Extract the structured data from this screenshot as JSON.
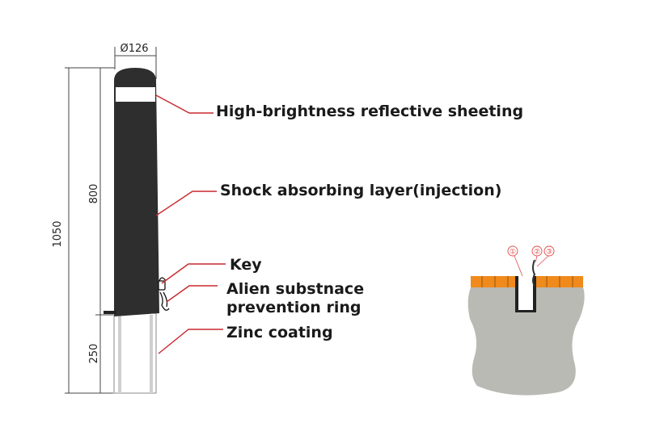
{
  "dimensions": {
    "diameter": "Ø126",
    "total_height": "1050",
    "upper_height": "800",
    "lower_height": "250"
  },
  "callouts": {
    "reflective": "High-brightness reflective sheeting",
    "shock_layer": "Shock absorbing layer(injection)",
    "key": "Key",
    "ring_line1": "Alien substnace",
    "ring_line2": "prevention ring",
    "zinc": "Zinc coating"
  },
  "detail_markers": [
    "①",
    "②",
    "③"
  ],
  "colors": {
    "bollard_body": "#2e2e2e",
    "reflective_band": "#ffffff",
    "leader_line": "#c8282e",
    "ground": "#b9bab4",
    "orange_cap": "#f08a1c",
    "marker": "#e04848"
  }
}
